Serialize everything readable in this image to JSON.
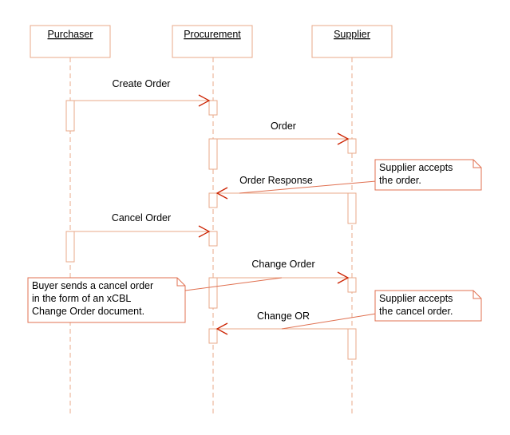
{
  "participants": {
    "purchaser": "Purchaser",
    "procurement": "Procurement",
    "supplier": "Supplier"
  },
  "messages": {
    "create_order": "Create Order",
    "order": "Order",
    "order_response": "Order Response",
    "cancel_order": "Cancel Order",
    "change_order": "Change Order",
    "change_or": "Change OR"
  },
  "notes": {
    "supplier_accepts_order": [
      "Supplier accepts",
      "the order."
    ],
    "buyer_cancel": [
      "Buyer sends a cancel order",
      "in the form of an xCBL",
      "Change Order document."
    ],
    "supplier_accepts_cancel": [
      "Supplier accepts",
      "the cancel order."
    ]
  },
  "colors": {
    "line": "#e8a98a",
    "arrowhead": "#cc2200",
    "note_border": "#e07050"
  }
}
